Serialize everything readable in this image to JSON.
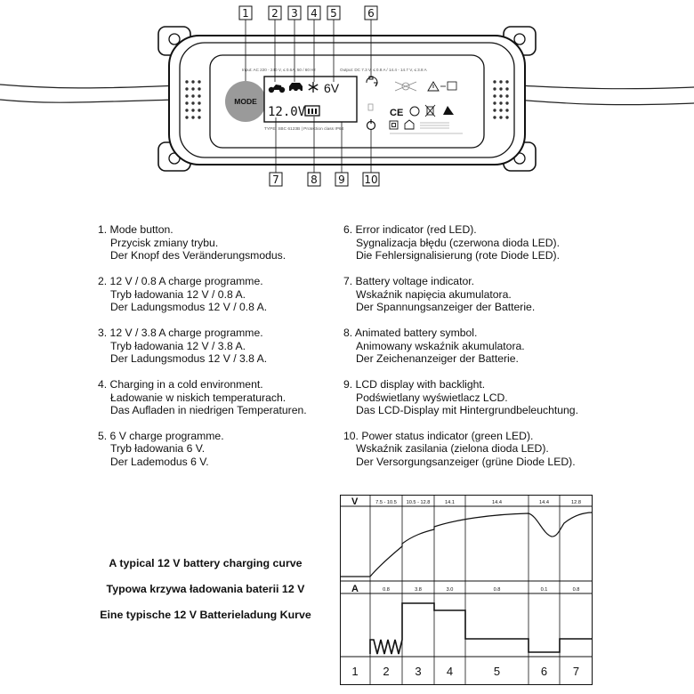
{
  "device": {
    "mode_button": "MODE",
    "input_spec": "Input: AC 220 - 240 V, ≤ 0.6A, 50 / 60 Hz",
    "output_spec": "Output: DC 7.3 V, ≤ 0.8 A / 14.4 - 14.7 V, ≤ 3.8 A",
    "lcd_mode_value": "6V",
    "lcd_voltage": "12.0V",
    "type_label": "TYPE: SBC 6123B  |  Protection class IP64",
    "callouts_top": [
      "1",
      "2",
      "3",
      "4",
      "5",
      "6"
    ],
    "callouts_bottom": [
      "7",
      "8",
      "9",
      "10"
    ]
  },
  "legend": {
    "left": [
      {
        "num": "1.",
        "en": "Mode button.",
        "pl": "Przycisk zmiany trybu.",
        "de": "Der Knopf des Veränderungsmodus."
      },
      {
        "num": "2.",
        "en": "12 V / 0.8 A charge programme.",
        "pl": "Tryb ładowania 12 V / 0.8 A.",
        "de": "Der Ladungsmodus 12 V / 0.8 A."
      },
      {
        "num": "3.",
        "en": "12 V / 3.8 A charge programme.",
        "pl": "Tryb ładowania 12 V / 3.8 A.",
        "de": "Der Ladungsmodus 12 V / 3.8 A."
      },
      {
        "num": "4.",
        "en": "Charging in a cold environment.",
        "pl": "Ładowanie w niskich temperaturach.",
        "de": "Das Aufladen in niedrigen Temperaturen."
      },
      {
        "num": "5.",
        "en": "6 V charge programme.",
        "pl": "Tryb ładowania 6 V.",
        "de": "Der Lademodus 6 V."
      }
    ],
    "right": [
      {
        "num": "6.",
        "en": "Error indicator (red LED).",
        "pl": "Sygnalizacja błędu (czerwona dioda LED).",
        "de": "Die Fehlersignalisierung (rote Diode LED)."
      },
      {
        "num": "7.",
        "en": "Battery voltage indicator.",
        "pl": "Wskaźnik napięcia akumulatora.",
        "de": "Der Spannungsanzeiger der Batterie."
      },
      {
        "num": "8.",
        "en": "Animated battery symbol.",
        "pl": "Animowany wskaźnik akumulatora.",
        "de": "Der Zeichenanzeiger der Batterie."
      },
      {
        "num": "9.",
        "en": "LCD display with backlight.",
        "pl": "Podświetlany wyświetlacz LCD.",
        "de": "Das LCD-Display mit Hintergrundbeleuchtung."
      },
      {
        "num": "10.",
        "en": "Power status indicator (green LED).",
        "pl": "Wskaźnik zasilania (zielona dioda LED).",
        "de": "Der Versorgungsanzeiger (grüne Diode LED)."
      }
    ]
  },
  "curve_caption": {
    "en": "A typical 12 V battery charging curve",
    "pl": "Typowa krzywa ładowania baterii 12 V",
    "de": "Eine typische 12 V Batterieladung Kurve"
  },
  "chart_data": {
    "type": "line",
    "x_categories": [
      "1",
      "2",
      "3",
      "4",
      "5",
      "6",
      "7"
    ],
    "voltage": {
      "axis_label": "V",
      "stage_labels": [
        "",
        "7.5 - 10.5",
        "10.5 - 12.8",
        "14.1",
        "14.4",
        "14.4",
        "12.8"
      ]
    },
    "current": {
      "axis_label": "A",
      "stage_labels": [
        "",
        "0.8",
        "3.8",
        "3.0",
        "0.8",
        "0.1",
        "0.8"
      ]
    }
  }
}
